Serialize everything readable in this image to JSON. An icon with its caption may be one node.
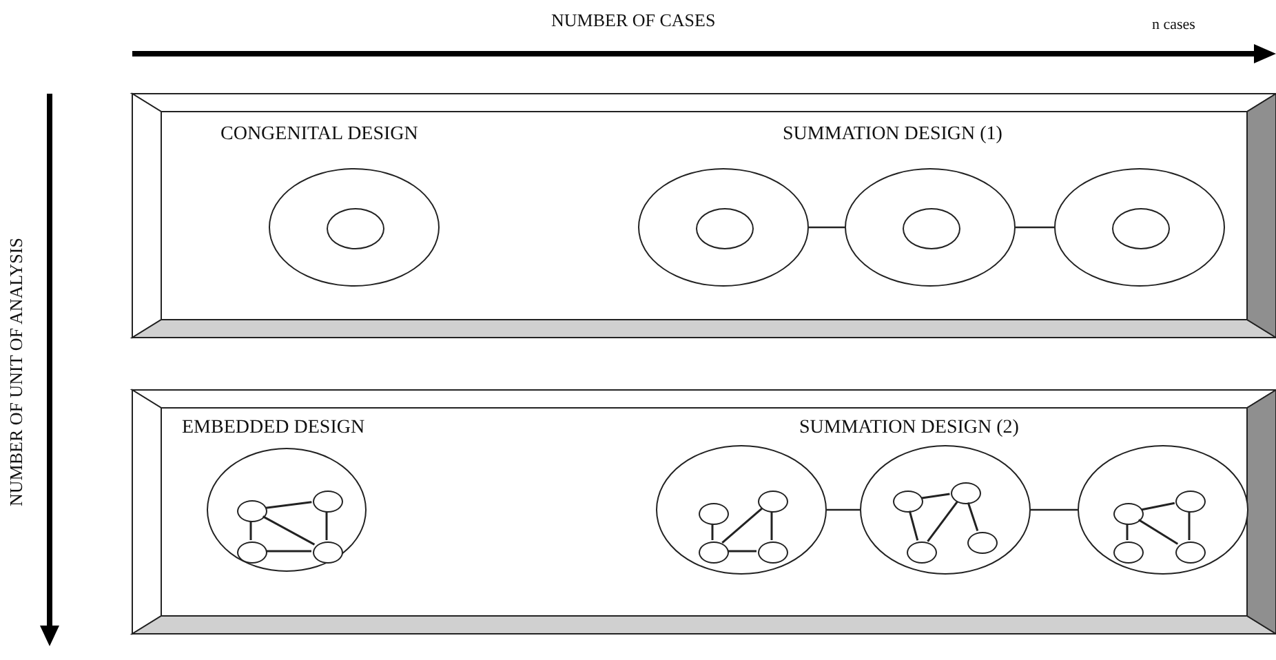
{
  "diagram": {
    "nodes": [
      {
        "text": [
          "CONGENITAL DESIGN",
          "SUMMATION DESIGN (1)"
        ]
      },
      {
        "text": [],
        "shape": "circle",
        "in": 0
      },
      {
        "text": [],
        "shape": "circle",
        "in": 1
      },
      {
        "text": [],
        "shape": "circle",
        "in": 0
      },
      {
        "text": [],
        "shape": "circle",
        "in": 3
      },
      {
        "text": [],
        "shape": "circle",
        "in": 0
      },
      {
        "text": [],
        "shape": "circle",
        "in": 5
      },
      {
        "text": [],
        "shape": "circle",
        "in": 0
      },
      {
        "text": [],
        "shape": "circle",
        "in": 7
      },
      {
        "text": [
          "EMBEDDED DESIGN",
          "SUMMATION DESIGN (2)"
        ]
      },
      {
        "text": [],
        "shape": "circle",
        "in": 9
      },
      {
        "text": [],
        "shape": "circle",
        "in": 10
      },
      {
        "text": [],
        "shape": "circle",
        "in": 10
      },
      {
        "text": [],
        "shape": "circle",
        "in": 10
      },
      {
        "text": [],
        "shape": "circle",
        "in": 10
      },
      {
        "text": [],
        "shape": "circle",
        "in": 9
      },
      {
        "text": [],
        "shape": "circle",
        "in": 15
      },
      {
        "text": [],
        "shape": "circle",
        "in": 15
      },
      {
        "text": [],
        "shape": "circle",
        "in": 15
      },
      {
        "text": [],
        "shape": "circle",
        "in": 15
      },
      {
        "text": [],
        "shape": "circle",
        "in": 9
      },
      {
        "text": [],
        "shape": "circle",
        "in": 20
      },
      {
        "text": [],
        "shape": "circle",
        "in": 20
      },
      {
        "text": [],
        "shape": "circle",
        "in": 20
      },
      {
        "text": [],
        "shape": "circle",
        "in": 20
      },
      {
        "text": [],
        "shape": "circle",
        "in": 9
      },
      {
        "text": [],
        "shape": "circle",
        "in": 25
      },
      {
        "text": [],
        "shape": "circle",
        "in": 25
      },
      {
        "text": [],
        "shape": "circle",
        "in": 25
      },
      {
        "text": [],
        "shape": "circle",
        "in": 25
      }
    ],
    "edges": [
      {
        "from": 3,
        "to": 5,
        "arrow": "none"
      },
      {
        "from": 5,
        "to": 7,
        "arrow": "none"
      },
      {
        "from": 11,
        "to": 12,
        "arrow": "none"
      },
      {
        "from": 11,
        "to": 13,
        "arrow": "none"
      },
      {
        "from": 11,
        "to": 14,
        "arrow": "none"
      },
      {
        "from": 12,
        "to": 14,
        "arrow": "none"
      },
      {
        "from": 13,
        "to": 14,
        "arrow": "none"
      },
      {
        "from": 15,
        "to": 20,
        "arrow": "none"
      },
      {
        "from": 20,
        "to": 25,
        "arrow": "none"
      },
      {
        "from": 16,
        "to": 18,
        "arrow": "none"
      },
      {
        "from": 18,
        "to": 17,
        "arrow": "none"
      },
      {
        "from": 17,
        "to": 19,
        "arrow": "none"
      },
      {
        "from": 18,
        "to": 19,
        "arrow": "none"
      },
      {
        "from": 21,
        "to": 22,
        "arrow": "none"
      },
      {
        "from": 21,
        "to": 23,
        "arrow": "none"
      },
      {
        "from": 22,
        "to": 23,
        "arrow": "none"
      },
      {
        "from": 22,
        "to": 24,
        "arrow": "none"
      },
      {
        "from": 26,
        "to": 27,
        "arrow": "none"
      },
      {
        "from": 26,
        "to": 28,
        "arrow": "none"
      },
      {
        "from": 26,
        "to": 29,
        "arrow": "none"
      },
      {
        "from": 27,
        "to": 29,
        "arrow": "none"
      }
    ],
    "labels": [
      "NUMBER OF CASES",
      "n cases",
      "NUMBER OF UNIT OF ANALYSIS"
    ]
  }
}
